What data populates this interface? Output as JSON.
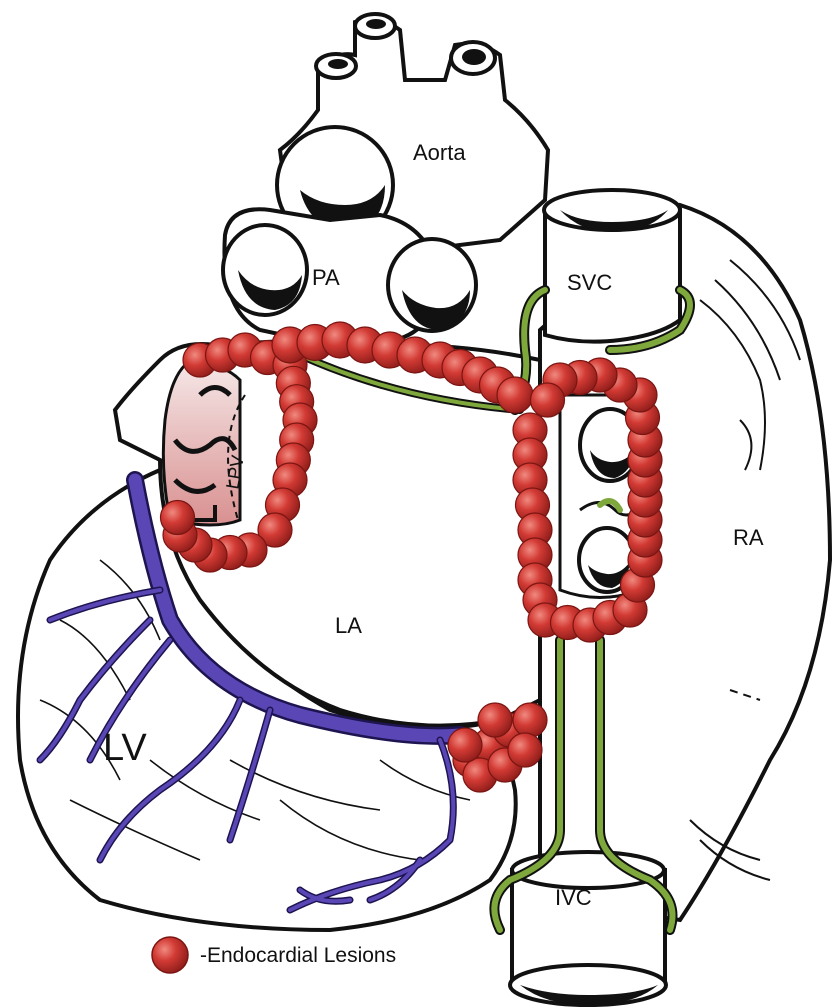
{
  "labels": {
    "aorta": "Aorta",
    "pa": "PA",
    "svc": "SVC",
    "ra": "RA",
    "la": "LA",
    "lv": "LV",
    "lpv": "LPV",
    "ivc": "IVC"
  },
  "legend": {
    "text": "-Endocardial Lesions"
  },
  "colors": {
    "lesion": "#c8302e",
    "lesion_highlight": "#f08a80",
    "vein": "#5a47b5",
    "conduction": "#7ea83c",
    "outline": "#111111"
  }
}
